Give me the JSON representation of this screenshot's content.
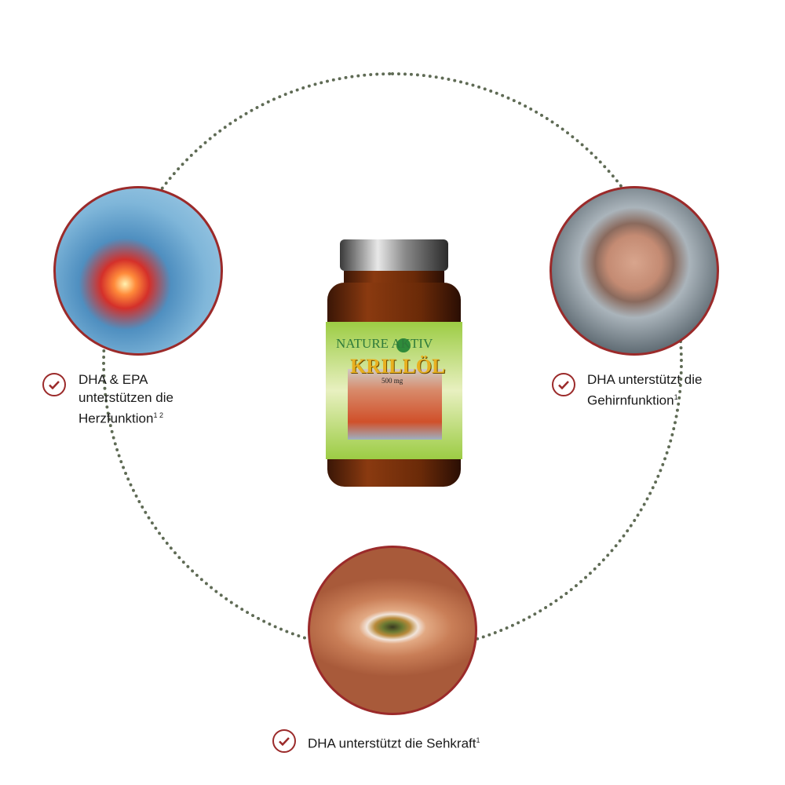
{
  "product": {
    "brand": "NATURE AKTIV",
    "name": "KRILLÖL",
    "dose": "500 mg"
  },
  "benefits": [
    {
      "line1": "DHA & EPA",
      "line2": "unterstützen die",
      "line3": "Herzfunktion",
      "sup": "1 2",
      "image": "heart"
    },
    {
      "line1": "DHA unterstützt die",
      "line2": "Gehirnfunktion",
      "sup": "1",
      "image": "brain"
    },
    {
      "line1": "DHA unterstützt die Sehkraft",
      "sup": "1",
      "image": "eye"
    }
  ],
  "colors": {
    "accent": "#9b2a2a",
    "dots": "#5f6b55",
    "label_green": "#9ccc44"
  }
}
